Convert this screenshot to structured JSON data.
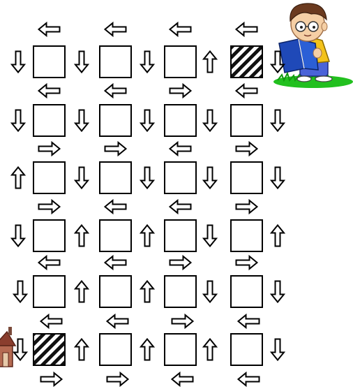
{
  "colors": {
    "stroke": "#000000",
    "box_fill": "#ffffff",
    "shirt": "#f3c21a",
    "book": "#1f49b8",
    "pants": "#4a63d8",
    "grass": "#22c01f",
    "hair": "#6b3a1f",
    "skin": "#f5cfa5",
    "house_wall": "#b56a52",
    "house_roof": "#8a3e2e"
  },
  "maze": {
    "rows": 6,
    "cols": 4,
    "hatched_cells": [
      {
        "row": 0,
        "col": 3,
        "label": "start"
      },
      {
        "row": 5,
        "col": 0,
        "label": "goal"
      }
    ],
    "top_row_arrows": [
      "left",
      "left",
      "left",
      "left"
    ],
    "between_row_arrows": [
      [
        "left",
        "left",
        "right",
        "left"
      ],
      [
        "right",
        "right",
        "left",
        "right"
      ],
      [
        "right",
        "left",
        "left",
        "right"
      ],
      [
        "left",
        "left",
        "right",
        "right"
      ],
      [
        "left",
        "left",
        "right",
        "left"
      ]
    ],
    "bottom_row_arrows": [
      "right",
      "right",
      "left",
      "left"
    ],
    "side_arrows": [
      [
        "down",
        "down",
        "down",
        "up",
        "down"
      ],
      [
        "down",
        "down",
        "down",
        "down",
        "down"
      ],
      [
        "up",
        "down",
        "down",
        "down",
        "down"
      ],
      [
        "down",
        "up",
        "up",
        "down",
        "up"
      ],
      [
        "down",
        "up",
        "up",
        "down",
        "down"
      ],
      [
        "down",
        "up",
        "up",
        "up",
        "down"
      ]
    ]
  },
  "characters": {
    "boy": {
      "icon": "boy-reading-book-icon"
    },
    "house": {
      "icon": "house-icon"
    }
  }
}
